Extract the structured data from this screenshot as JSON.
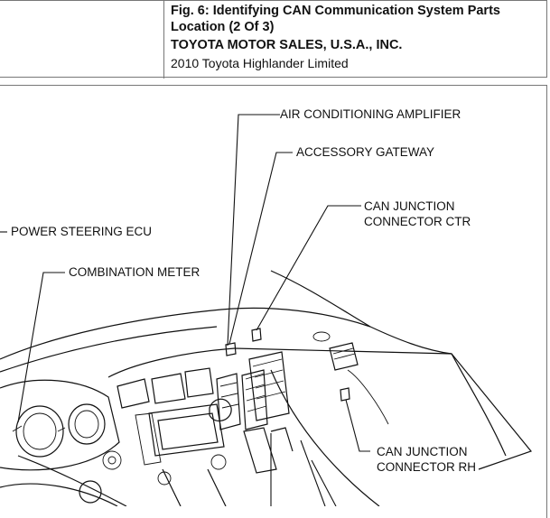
{
  "header": {
    "title": "Fig. 6: Identifying CAN Communication System Parts Location (2 Of 3)",
    "company": "TOYOTA MOTOR SALES, U.S.A., INC.",
    "vehicle": "2010 Toyota Highlander Limited"
  },
  "diagram": {
    "callouts": {
      "air_conditioning_amplifier": "AIR CONDITIONING AMPLIFIER",
      "accessory_gateway": "ACCESSORY GATEWAY",
      "can_junction_ctr_line1": "CAN JUNCTION",
      "can_junction_ctr_line2": "CONNECTOR CTR",
      "power_steering_ecu": "POWER STEERING ECU",
      "combination_meter": "COMBINATION METER",
      "can_junction_rh_line1": "CAN JUNCTION",
      "can_junction_rh_line2": "CONNECTOR RH"
    }
  }
}
